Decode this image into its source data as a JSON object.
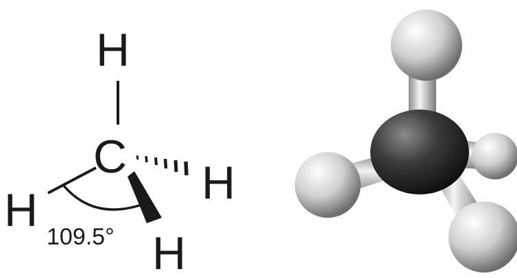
{
  "structural_formula": {
    "central_atom": "C",
    "top_atom": "H",
    "left_atom": "H",
    "right_atom": "H",
    "bottom_atom": "H",
    "bond_angle": "109.5°"
  },
  "ball_and_stick": {
    "carbon_color": "#3a3a3a",
    "hydrogen_color": "#d8d8d8",
    "bond_color": "#e6e6e6"
  }
}
